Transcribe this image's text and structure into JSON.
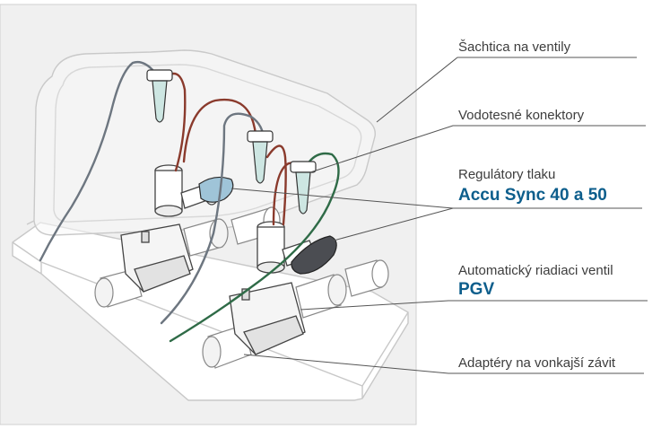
{
  "labels": {
    "valve_box": "Šachtica na ventily",
    "waterproof_connectors": "Vodotesné konektory",
    "pressure_regulators": "Regulátory tlaku",
    "pressure_regulators_model": "Accu Sync 40 a 50",
    "control_valve": "Automatický riadiaci ventil",
    "control_valve_model": "PGV",
    "adapters": "Adaptéry na vonkajší závit"
  },
  "colors": {
    "wire_red": "#8a3a2c",
    "wire_green": "#2f6b47",
    "wire_gray": "#6d7680",
    "connector_fill": "#cde6e2",
    "regulator_blue": "#9fc4d8",
    "regulator_dark": "#4b4d52",
    "model_text": "#0d5e8c",
    "line": "#555555"
  }
}
